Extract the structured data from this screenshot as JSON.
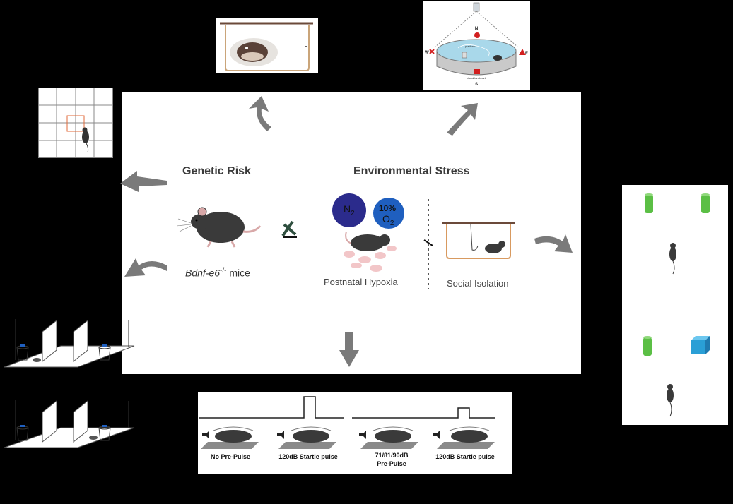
{
  "headings": {
    "genetic_risk": "Genetic Risk",
    "environmental_stress": "Environmental Stress"
  },
  "mouse_label": {
    "prefix": "Bdnf-e6",
    "superscript": "-/-",
    "suffix": " mice"
  },
  "hypoxia": {
    "n2_base": "N",
    "n2_sub": "2",
    "o2_percent": "10%",
    "o2_base": "O",
    "o2_sub": "2",
    "label": "Postnatal Hypoxia"
  },
  "isolation": {
    "label": "Social Isolation"
  },
  "water_maze": {
    "north": "N",
    "south": "S",
    "east": "E",
    "west": "W",
    "platform_label": "platform",
    "landmark_label": "visual landmark"
  },
  "ppi": {
    "labels": [
      "No Pre-Pulse",
      "120dB Startle pulse",
      "71/81/90dB",
      "Pre-Pulse",
      "120dB Startle pulse"
    ]
  },
  "colors": {
    "n2": "#2b2b8c",
    "o2": "#1f5fbf",
    "arrow": "#7a7a7a",
    "cage_frame": "#6b4a3a",
    "object_green": "#5bbf45",
    "object_cube": "#2a9fd6",
    "marker_red": "#d21e1e"
  }
}
